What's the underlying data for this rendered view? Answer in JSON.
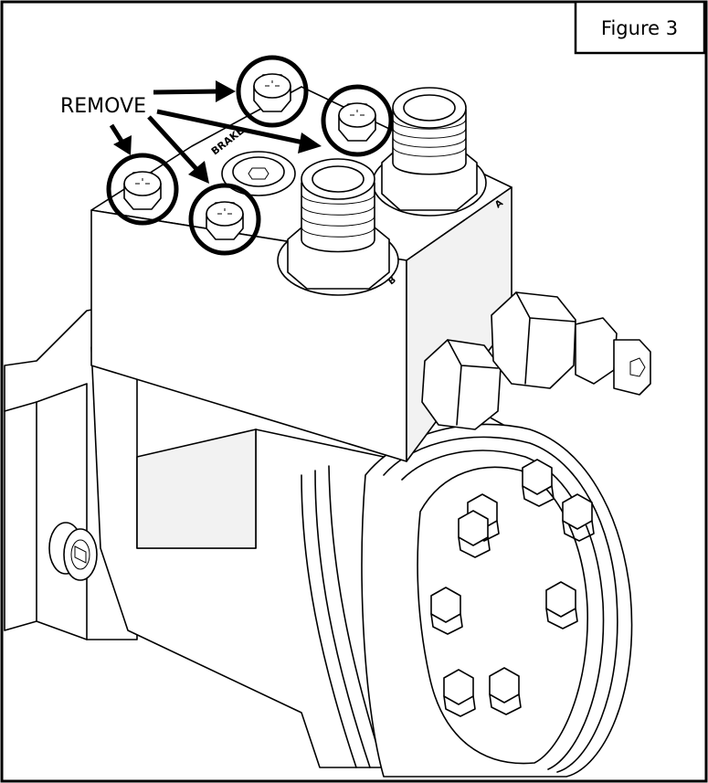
{
  "figure": {
    "label": "Figure 3",
    "instruction": "REMOVE"
  },
  "manifold": {
    "port_labels": [
      "BRAKE",
      "A",
      "B"
    ]
  },
  "callouts": {
    "circled_bolts": 4
  }
}
